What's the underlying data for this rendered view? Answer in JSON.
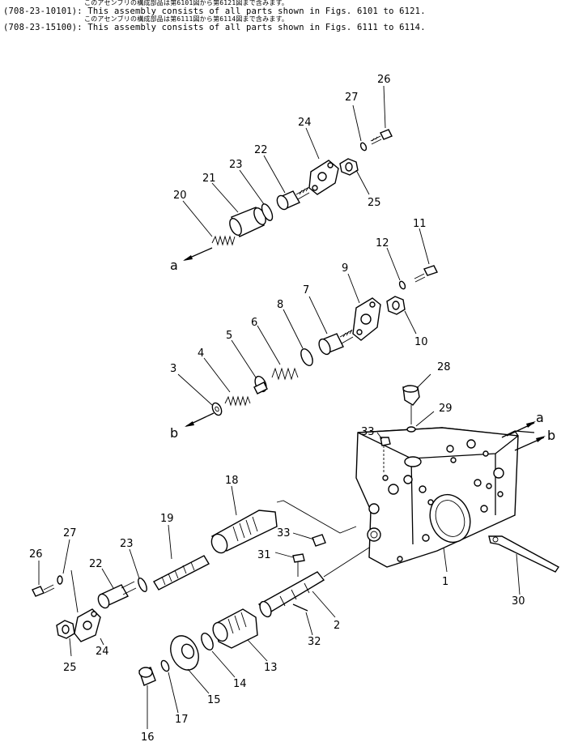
{
  "header": {
    "jp1": "このアセンブリの構成部品は第6101図から第6121図まで含みます。",
    "en1": "(708-23-10101): This assembly consists of all parts shown in Figs. 6101 to 6121.",
    "jp2": "このアセンブリの構成部品は第6111図から第6114図まで含みます。",
    "en2": "(708-23-15100): This assembly consists of all parts shown in Figs. 6111 to 6114."
  },
  "arrows": {
    "a": "a",
    "b": "b"
  },
  "labels": {
    "p1": "1",
    "p2": "2",
    "p3": "3",
    "p4": "4",
    "p5": "5",
    "p6": "6",
    "p7": "7",
    "p8": "8",
    "p9": "9",
    "p10": "10",
    "p11": "11",
    "p12": "12",
    "p13": "13",
    "p14": "14",
    "p15": "15",
    "p16": "16",
    "p17": "17",
    "p18": "18",
    "p19": "19",
    "p20": "20",
    "p21": "21",
    "p22": "22",
    "p23": "23",
    "p24": "24",
    "p25": "25",
    "p26": "26",
    "p27": "27",
    "p28": "28",
    "p29": "29",
    "p30": "30",
    "p31": "31",
    "p32": "32",
    "p33": "33"
  }
}
